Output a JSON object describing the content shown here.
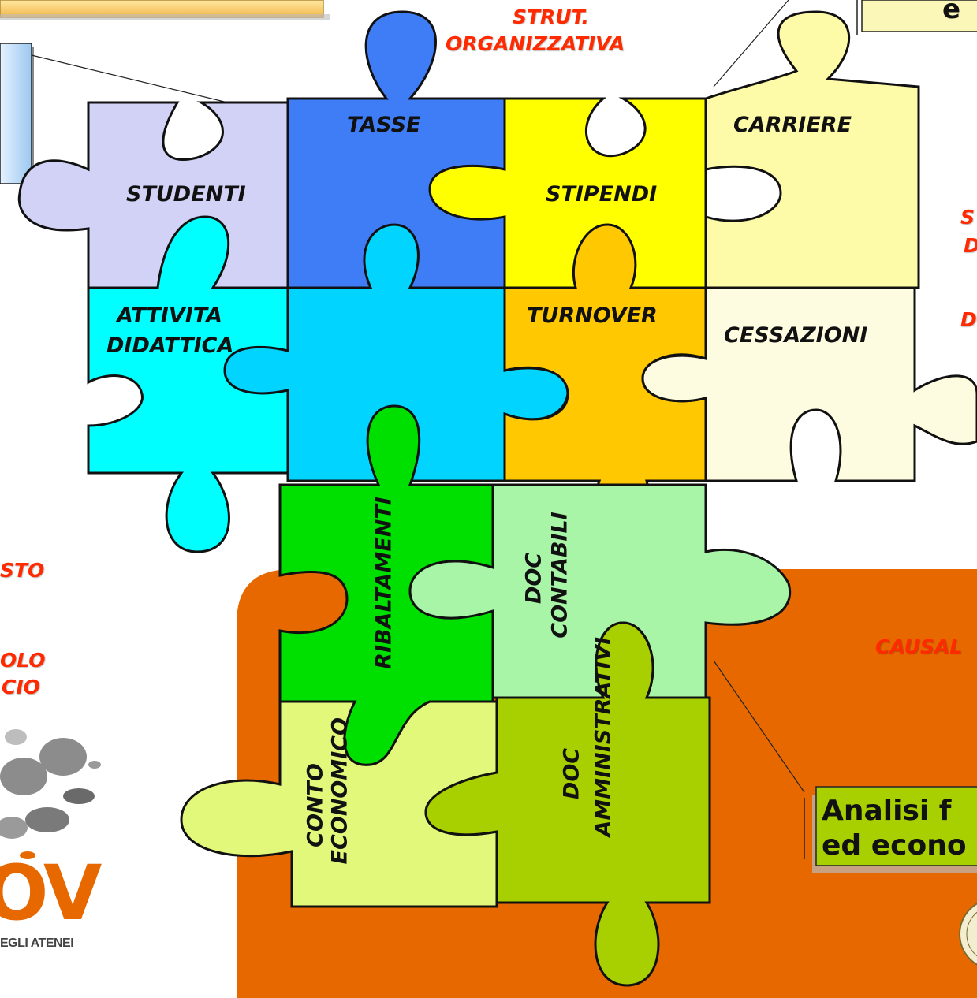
{
  "pieces": {
    "studenti": "STUDENTI",
    "tasse": "TASSE",
    "stipendi": "STIPENDI",
    "carriere": "CARRIERE",
    "attivita_line1": "ATTIVITA",
    "attivita_line2": "DIDATTICA",
    "turnover": "TURNOVER",
    "cessazioni": "CESSAZIONI",
    "ribaltamenti": "RIBALTAMENTI",
    "doc_contabili_line1": "DOC",
    "doc_contabili_line2": "CONTABILI",
    "conto_line1": "CONTO",
    "conto_line2": "ECONOMICO",
    "doc_amm_line1": "DOC",
    "doc_amm_line2": "AMMINISTRATIVI"
  },
  "side_labels": {
    "strut_line1": "STRUT.",
    "strut_line2": "ORGANIZZATIVA",
    "left_sto": "STO",
    "left_olo": "OLO",
    "left_cio": "CIO",
    "right_s": "S",
    "right_d1": "D",
    "right_d2": "D",
    "right_causal": "CAUSAL"
  },
  "callouts": {
    "top_right_text": "e",
    "bottom_right_line1": "Analisi f",
    "bottom_right_line2": "ed econo"
  },
  "logo": {
    "text_ov": "OV",
    "text_atenei": "EGLI ATENEI"
  },
  "colors": {
    "studenti": "#d2d2f7",
    "tasse": "#3f7df7",
    "stipendi": "#ffff00",
    "carriere": "#fdfaa8",
    "attivita": "#00ffff",
    "tasse_lower": "#00d4ff",
    "turnover": "#ffc800",
    "cessazioni": "#fefce0",
    "ribaltamenti": "#00e000",
    "doc_contabili": "#a8f5a8",
    "conto_economico": "#e2f87a",
    "doc_amministrativi": "#a8d000",
    "orange_banner": "#e86800",
    "accent_red": "#ff2a00"
  }
}
